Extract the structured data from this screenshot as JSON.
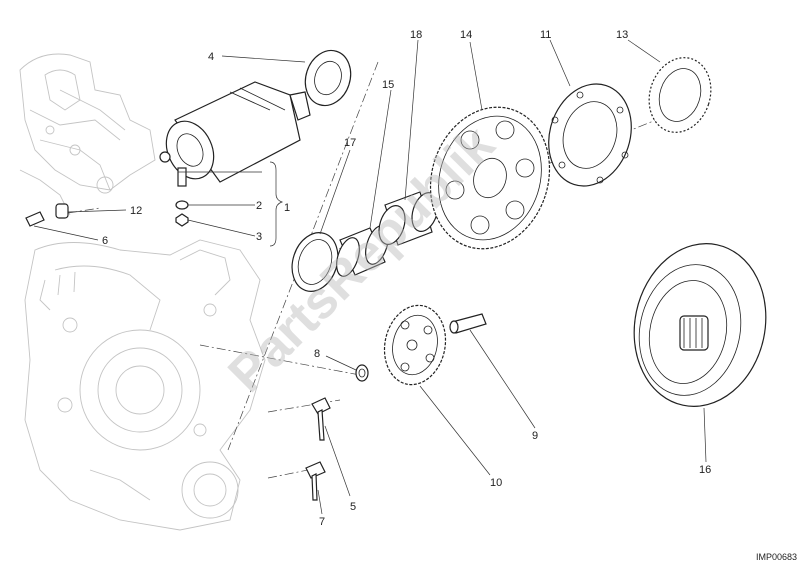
{
  "callouts": {
    "c1": "1",
    "c2": "2",
    "c3": "3",
    "c4": "4",
    "c5": "5",
    "c6": "6",
    "c7": "7",
    "c8": "8",
    "c9": "9",
    "c10": "10",
    "c11": "11",
    "c12": "12",
    "c13": "13",
    "c14": "14",
    "c15": "15",
    "c16": "16",
    "c17": "17",
    "c18": "18"
  },
  "watermark": "PartsRepublik",
  "image_code": "IMP00683"
}
